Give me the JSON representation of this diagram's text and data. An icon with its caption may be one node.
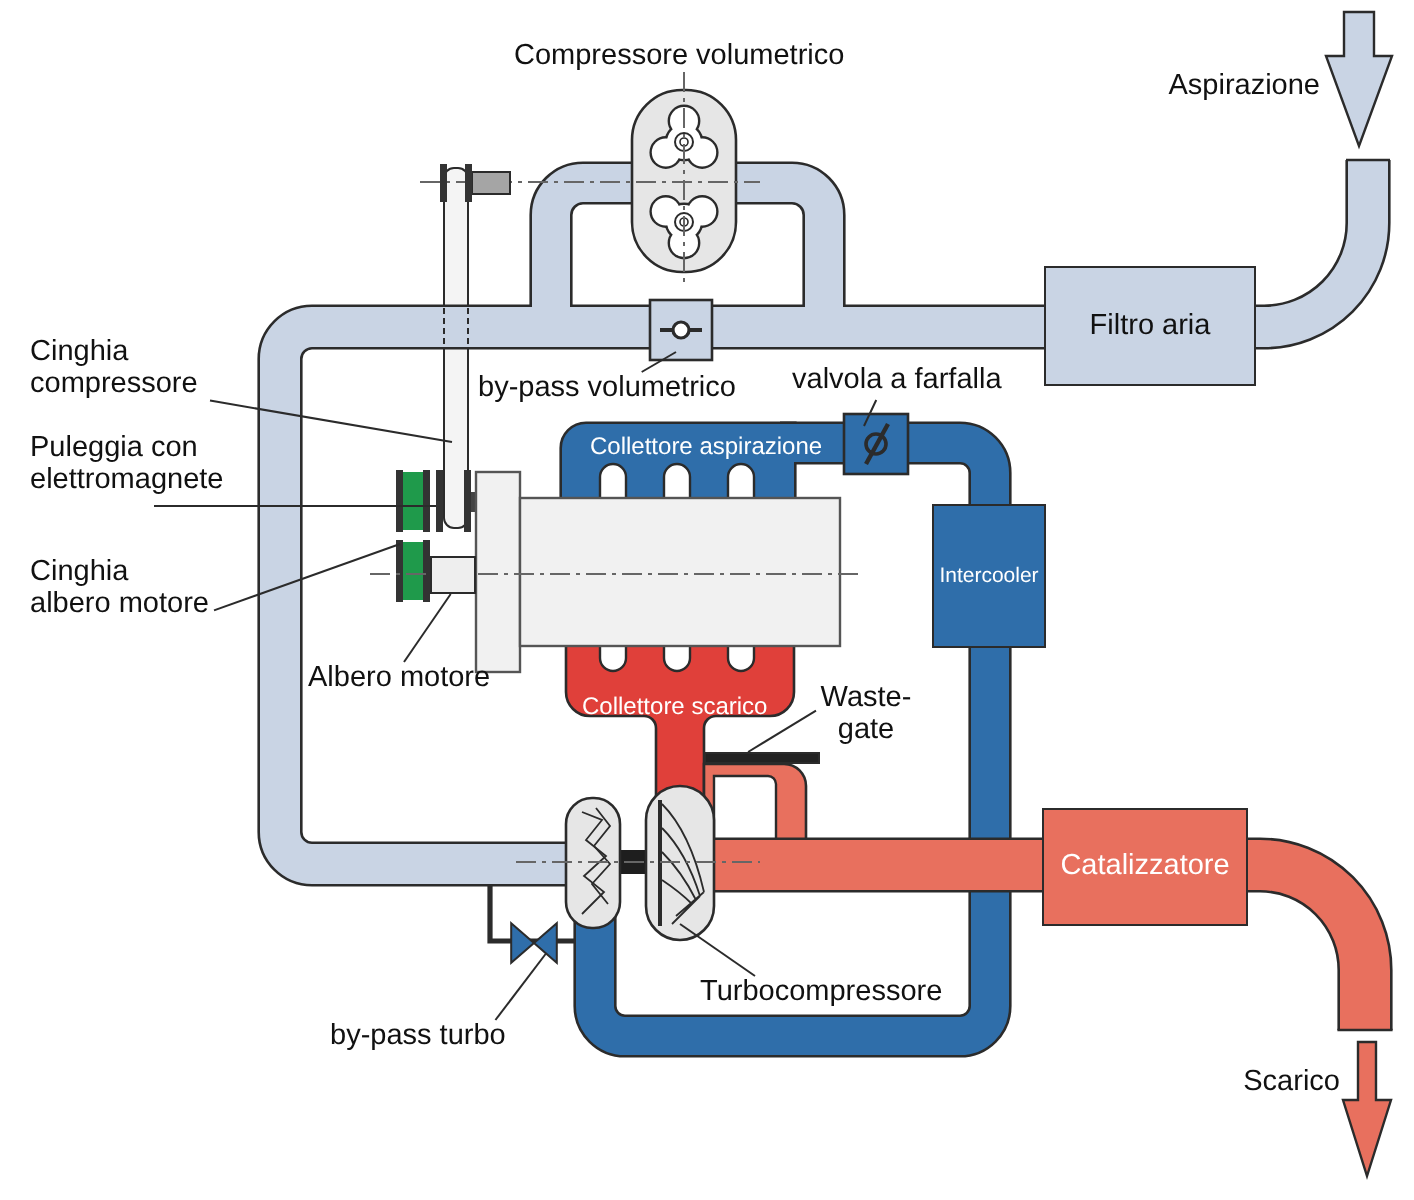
{
  "diagram": {
    "nodes": [
      {
        "text": [
          "Filtro aria"
        ]
      },
      {
        "text": [
          "Cinghia compressore"
        ]
      },
      {
        "text": [
          "by-pass volumetrico"
        ]
      },
      {
        "text": [
          "valvola a farfalla"
        ]
      },
      {
        "text": [
          "Puleggia con elettromagnete"
        ]
      },
      {
        "text": [
          "Intercooler"
        ]
      },
      {
        "text": [
          "Cinghia albero motore"
        ]
      },
      {
        "text": [
          "Albero motore"
        ]
      },
      {
        "text": [
          "Waste-gate"
        ]
      },
      {
        "text": [
          "Catalizzatore"
        ]
      },
      {
        "text": [
          "Turbocompressore"
        ]
      },
      {
        "text": [
          "by-pass turbo"
        ]
      },
      {
        "text": [],
        "shape": "box"
      },
      {
        "text": [],
        "shape": "valve"
      },
      {
        "text": [],
        "shape": "bar"
      }
    ],
    "edges": [
      {
        "from": 1,
        "to": null,
        "arrow": "none"
      },
      {
        "from": 2,
        "to": null,
        "arrow": "none"
      },
      {
        "from": 3,
        "to": null,
        "arrow": "none"
      },
      {
        "from": 4,
        "to": null,
        "arrow": "none"
      },
      {
        "from": 6,
        "to": null,
        "arrow": "none"
      },
      {
        "from": 7,
        "to": 12,
        "arrow": "none"
      },
      {
        "from": 8,
        "to": 14,
        "arrow": "none"
      },
      {
        "from": 10,
        "to": null,
        "arrow": "none"
      },
      {
        "from": 11,
        "to": 13,
        "arrow": "none"
      }
    ],
    "labels": [
      "Compressore volumetrico",
      "Aspirazione",
      "Collettore aspirazione",
      "Collettore scarico",
      "Scarico"
    ]
  }
}
